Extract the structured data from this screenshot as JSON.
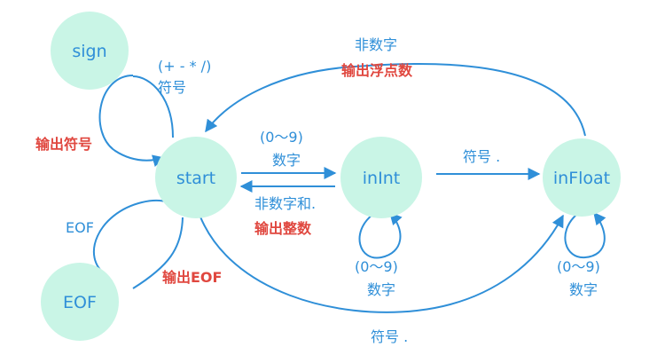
{
  "colors": {
    "node_fill": "#c9f5e6",
    "edge": "#2f8fd8",
    "text_blue": "#2f8fd8",
    "text_red": "#e0473f"
  },
  "nodes": {
    "sign": "sign",
    "start": "start",
    "inInt": "inInt",
    "inFloat": "inFloat",
    "eof": "EOF"
  },
  "labels": {
    "sign_loop_chars": "(+ - * /)",
    "sign_loop_word": "符号",
    "output_sign": "输出符号",
    "eof_edge": "EOF",
    "output_eof": "输出EOF",
    "start_to_int_range": "(0～9)",
    "start_to_int_word": "数字",
    "int_to_start_word": "非数字和.",
    "output_integer": "输出整数",
    "int_to_float": "符号 .",
    "int_loop_range": "(0～9)",
    "int_loop_word": "数字",
    "float_loop_range": "(0～9)",
    "float_loop_word": "数字",
    "float_to_start_word": "非数字",
    "output_float": "输出浮点数",
    "start_to_float": "符号 ."
  }
}
